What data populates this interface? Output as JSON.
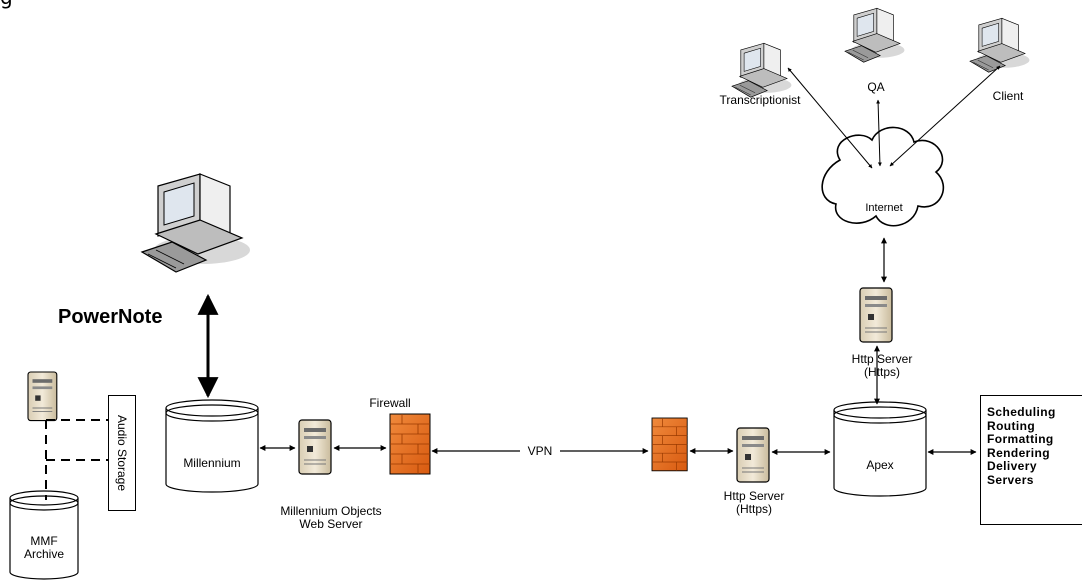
{
  "header_fragment": "g",
  "nodes": {
    "powernote": "PowerNote",
    "millennium": "Millennium",
    "audio_storage": "Audio Storage",
    "mmf_archive": [
      "MMF",
      "Archive"
    ],
    "firewall": "Firewall",
    "mo_web_server": [
      "Millennium Objects",
      "Web Server"
    ],
    "vpn": "VPN",
    "http_server_bottom": [
      "Http Server",
      "(Https)"
    ],
    "apex": "Apex",
    "http_server_top": [
      "Http Server",
      "(Https)"
    ],
    "internet": "Internet",
    "transcriptionist": "Transcriptionist",
    "qa": "QA",
    "client": "Client"
  },
  "services": [
    "Scheduling",
    "Routing",
    "Formatting",
    "Rendering",
    "Delivery",
    "Servers"
  ],
  "colors": {
    "firewall": "#e86a1c",
    "server_body": "#e7dcc6",
    "line": "#000000"
  }
}
